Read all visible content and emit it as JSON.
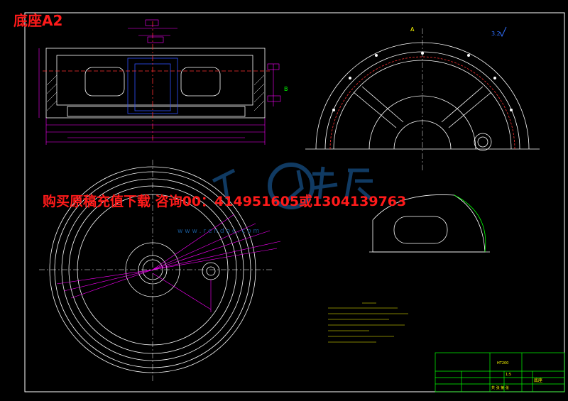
{
  "sheet_title": "底座A2",
  "ad_banner": "购买原稿充值下载 咨询00：414951605或1304139763",
  "watermark": {
    "site": "w w w . r e n d o c . c o m"
  },
  "roughness_mark": "3.2",
  "section_marks": {
    "a": "A",
    "b": "B"
  },
  "title_block": {
    "drawing_name": "底座",
    "scale": "1:5",
    "material": "HT200",
    "sheet": "共 张 第 张"
  },
  "colors": {
    "frame": "#ffffff",
    "geometry": "#ffffff",
    "dimension": "#ff00ff",
    "hidden": "#ff3030",
    "hatch": "#ffffff",
    "annotation": "#ffff00",
    "center": "#00ff00",
    "title_red": "#ff1a1a",
    "watermark_blue": "#1e6ab3",
    "title_block_green": "#00ff00"
  }
}
